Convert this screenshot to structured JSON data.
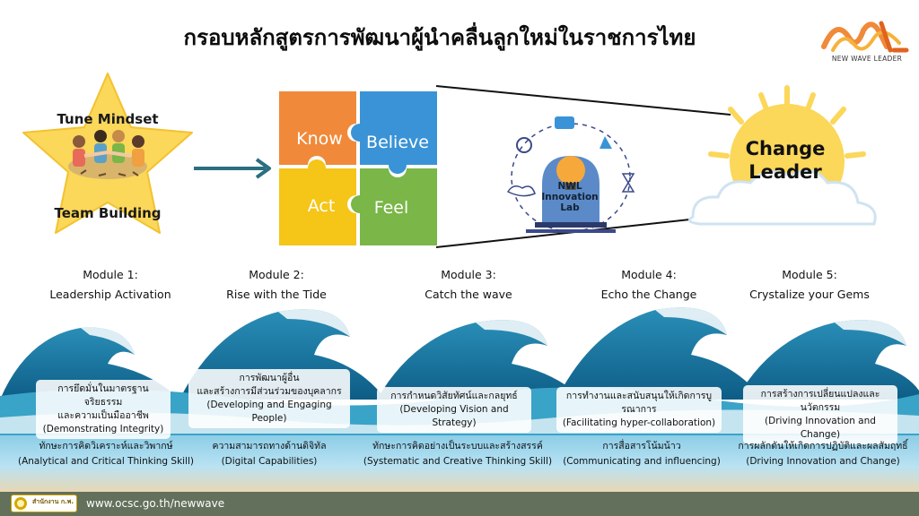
{
  "title": "กรอบหลักสูตรการพัฒนาผู้นำคลื่นลูกใหม่ในราชการไทย",
  "logo": {
    "text": "NEW WAVE LEADER",
    "icon": "nwl-logo-icon"
  },
  "star": {
    "top_label": "Tune Mindset",
    "bottom_label": "Team Building"
  },
  "puzzle": {
    "know": "Know",
    "believe": "Believe",
    "act": "Act",
    "feel": "Feel"
  },
  "lab": {
    "line1": "NWL",
    "line2": "Innovation",
    "line3": "Lab"
  },
  "sun": {
    "line1": "Change",
    "line2": "Leader"
  },
  "modules": [
    {
      "number": "Module 1:",
      "name": "Leadership Activation",
      "skill1_th": "การยึดมั่นในมาตรฐานจริยธรรม",
      "skill1_th2": "และความเป็นมืออาชีพ",
      "skill1_en": "(Demonstrating Integrity)",
      "skill2_th": "ทักษะการคิดวิเคราะห์และวิพากษ์",
      "skill2_en": "(Analytical and Critical Thinking Skill)"
    },
    {
      "number": "Module 2:",
      "name": "Rise with the Tide",
      "skill1_th": "การพัฒนาผู้อื่น",
      "skill1_th2": "และสร้างการมีส่วนร่วมของบุคลากร",
      "skill1_en": "(Developing and Engaging People)",
      "skill2_th": "ความสามารถทางด้านดิจิทัล",
      "skill2_en": "(Digital Capabilities)"
    },
    {
      "number": "Module 3:",
      "name": "Catch the wave",
      "skill1_th": "การกำหนดวิสัยทัศน์และกลยุทธ์",
      "skill1_en": "(Developing Vision and Strategy)",
      "skill2_th": "ทักษะการคิดอย่างเป็นระบบและสร้างสรรค์",
      "skill2_en": "(Systematic and Creative Thinking Skill)"
    },
    {
      "number": "Module 4:",
      "name": "Echo the Change",
      "skill1_th": "การทำงานและสนับสนุนให้เกิดการบูรณาการ",
      "skill1_en": "(Facilitating hyper-collaboration)",
      "skill2_th": "การสื่อสารโน้มน้าว",
      "skill2_en": "(Communicating and influencing)"
    },
    {
      "number": "Module 5:",
      "name": "Crystalize your Gems",
      "skill1_th": "การสร้างการเปลี่ยนแปลงและนวัตกรรม",
      "skill1_en": "(Driving Innovation and Change)",
      "skill2_th": "การผลักดันให้เกิดการปฏิบัติและผลสัมฤทธิ์",
      "skill2_en": "(Driving Innovation and Change)"
    }
  ],
  "footer": {
    "badge": "สำนักงาน ก.พ.",
    "url": "www.ocsc.go.th/newwave"
  },
  "colors": {
    "know": "#f08a3a",
    "believe": "#3a93d6",
    "act": "#f5c518",
    "feel": "#7ab648",
    "star": "#fbd75a",
    "sun": "#fbd75a",
    "footer": "#63705b",
    "arrow": "#2a6f7f"
  }
}
